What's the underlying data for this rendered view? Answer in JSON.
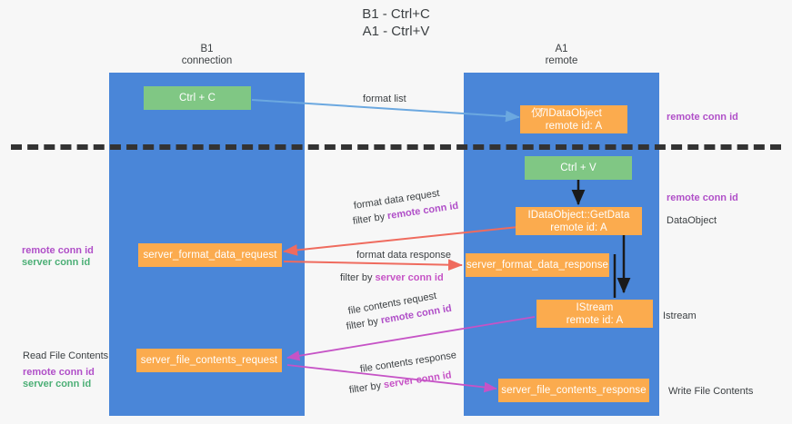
{
  "title": {
    "line1": "B1 - Ctrl+C",
    "line2": "A1 - Ctrl+V"
  },
  "lanes": [
    {
      "name": "B1",
      "sub": "connection"
    },
    {
      "name": "A1",
      "sub": "remote"
    }
  ],
  "nodes": {
    "ctrl_c": {
      "l1": "Ctrl + C",
      "l2": ""
    },
    "idataobject": {
      "ghost": "仅f7",
      "l1": "IDataObject",
      "l2": "remote id: A"
    },
    "ctrl_v": {
      "l1": "Ctrl + V",
      "l2": ""
    },
    "getdata": {
      "l1": "IDataObject::GetData",
      "l2": "remote id: A"
    },
    "server_format_data_request": {
      "l1": "server_format_data_request",
      "l2": ""
    },
    "server_format_data_response": {
      "l1": "server_format_data_response",
      "l2": ""
    },
    "istream": {
      "l1": "IStream",
      "l2": "remote id: A"
    },
    "server_file_contents_request": {
      "l1": "server_file_contents_request",
      "l2": ""
    },
    "server_file_contents_response": {
      "l1": "server_file_contents_response",
      "l2": ""
    }
  },
  "edge_labels": {
    "format_list": "format list",
    "format_data_request": "format data request",
    "format_data_request_filter_prefix": "filter by ",
    "format_data_request_filter_key": "remote conn id",
    "format_data_response": "format data response",
    "format_data_response_filter_prefix": "filter by ",
    "format_data_response_filter_key": "server conn id",
    "file_contents_request": "file contents request",
    "file_contents_request_filter_prefix": "filter by ",
    "file_contents_request_filter_key": "remote conn id",
    "file_contents_response": "file contents response",
    "file_contents_response_filter_prefix": "filter by ",
    "file_contents_response_filter_key": "server conn id"
  },
  "annotations": {
    "right_remote_conn_id_top": "remote conn id",
    "right_remote_conn_id_mid": "remote conn id",
    "right_dataobject": "DataObject",
    "right_istream": "Istream",
    "right_write_file_contents": "Write File Contents",
    "left_remote_conn_id": "remote conn id",
    "left_server_conn_id": "server conn id",
    "left_read_file_contents": "Read File Contents",
    "left_remote_conn_id_2": "remote conn id",
    "left_server_conn_id_2": "server conn id"
  },
  "colors": {
    "lane": "#4a86d8",
    "node_orange": "#fbab4e",
    "node_green": "#80c784",
    "purple": "#b04fc8",
    "green_text": "#4caf76",
    "magenta": "#c653c6",
    "arrow_blue": "#6ba8e0",
    "arrow_red": "#ef6b5e",
    "arrow_magenta": "#c653c6",
    "arrow_black": "#1a1a1a",
    "divider": "#333333",
    "background": "#f7f7f7"
  }
}
